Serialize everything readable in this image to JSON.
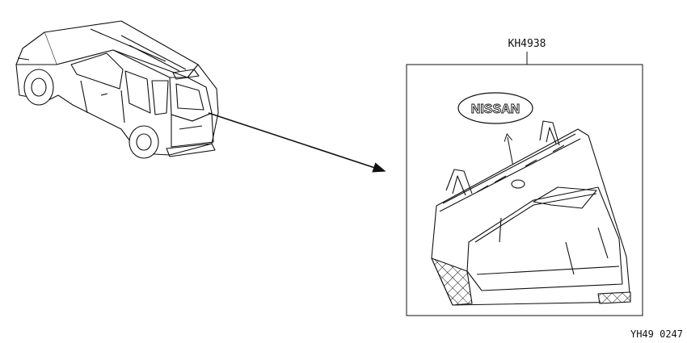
{
  "part_callout": {
    "part_number": "KH4938"
  },
  "emblem": {
    "text": "NISSAN"
  },
  "figure_code": "YH49 0247"
}
